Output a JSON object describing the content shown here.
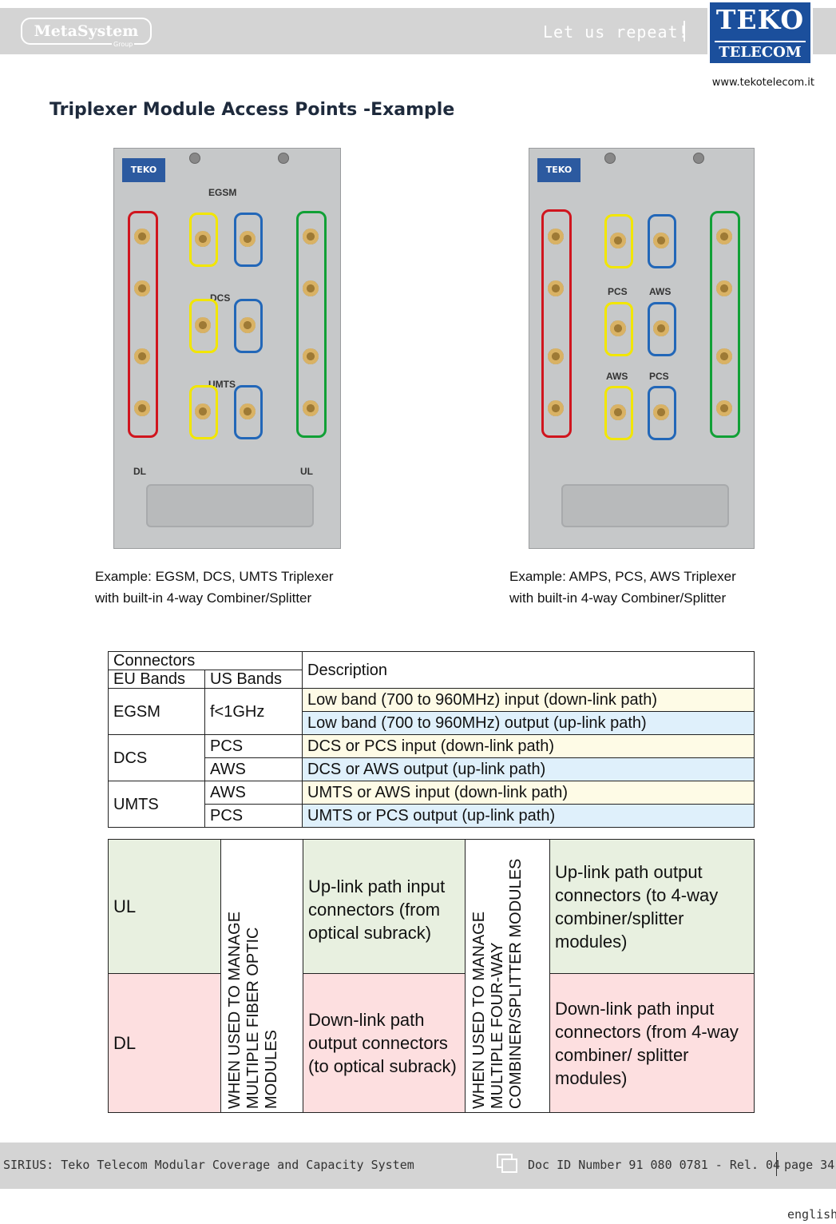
{
  "header": {
    "meta_logo": "MetaSystem",
    "meta_group": "Group",
    "tagline": "Let us repeat!",
    "teko_top": "TEKO",
    "teko_bottom": "TELECOM",
    "url": "www.tekotelecom.it"
  },
  "title": "Triplexer Module Access Points -Example",
  "module_left": {
    "logo": "TEKO",
    "labels": [
      "EGSM",
      "DCS",
      "UMTS"
    ],
    "dl": "DL",
    "ul": "UL",
    "caption_line1": "Example: EGSM, DCS, UMTS Triplexer",
    "caption_line2": "with built-in 4-way Combiner/Splitter"
  },
  "module_right": {
    "logo": "TEKO",
    "labels": [
      "PCS",
      "AWS",
      "AWS",
      "PCS"
    ],
    "caption_line1": "Example:  AMPS,  PCS,  AWS  Triplexer",
    "caption_line2": "with built-in 4-way Combiner/Splitter"
  },
  "table1": {
    "connectors": "Connectors",
    "description": "Description",
    "eu_bands": "EU Bands",
    "us_bands": "US Bands",
    "rows": [
      {
        "eu": "EGSM",
        "us": "f<1GHz",
        "desc_in": "Low band (700 to 960MHz) input (down-link path)",
        "desc_out": "Low band (700 to 960MHz) output (up-link path)"
      },
      {
        "eu": "DCS",
        "us_in": "PCS",
        "us_out": "AWS",
        "desc_in": "DCS or PCS input (down-link path)",
        "desc_out": "DCS or AWS output (up-link path)"
      },
      {
        "eu": "UMTS",
        "us_in": "AWS",
        "us_out": "PCS",
        "desc_in": "UMTS or AWS input (down-link path)",
        "desc_out": "UMTS or PCS output (up-link path)"
      }
    ]
  },
  "table2": {
    "ul": "UL",
    "dl": "DL",
    "fiber_note": "WHEN USED TO MANAGE MULTIPLE FIBER OPTIC MODULES",
    "splitter_note": "WHEN USED TO MANAGE MULTIPLE FOUR-WAY COMBINER/SPLITTER MODULES",
    "ul_fiber": "Up-link path input connectors (from optical subrack)",
    "dl_fiber": "Down-link path output connectors (to optical subrack)",
    "ul_splitter": "Up-link path output connectors (to 4-way combiner/splitter modules)",
    "dl_splitter": "Down-link path input connectors (from 4-way combiner/ splitter modules)"
  },
  "footer": {
    "left": "SIRIUS: Teko Telecom Modular Coverage and Capacity System",
    "doc": "Doc ID Number 91 080 0781 - Rel. 04",
    "page": "page 34",
    "lang": "english"
  },
  "colors": {
    "brand_blue": "#1b4f9c",
    "downlink_row": "#fefbe6",
    "uplink_row": "#dff0fb",
    "ul_cell": "#e8f0e0",
    "dl_cell": "#fddfe0"
  }
}
